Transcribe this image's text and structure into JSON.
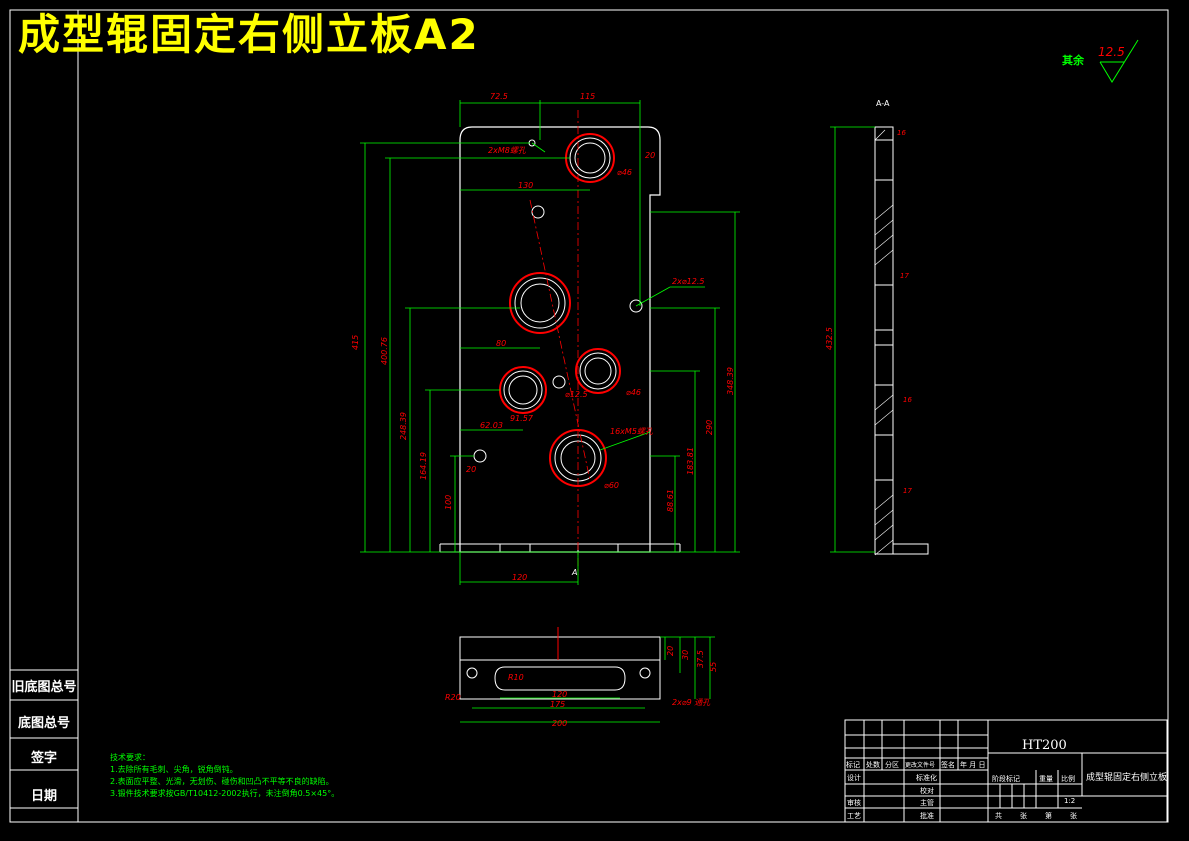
{
  "title": "成型辊固定右侧立板A2",
  "roughness": {
    "label": "其余",
    "value": "12.5"
  },
  "side_labels": [
    "旧底图总号",
    "底图总号",
    "签字",
    "日期"
  ],
  "section_label": "A-A",
  "tech_requirements": {
    "heading": "技术要求：",
    "items": [
      "1.去除所有毛刺、尖角，锐角倒钝。",
      "2.表面应平整、光滑，无划伤、碰伤和凹凸不平等不良的缺陷。",
      "3.锻件技术要求按GB/T10412-2002执行，未注倒角0.5×45°。"
    ]
  },
  "title_block": {
    "material": "HT200",
    "part_name": "成型辊固定右侧立板",
    "scale": "1:2",
    "labels": {
      "biaoji": "标记",
      "chushu": "处数",
      "fenqu": "分区",
      "gengai": "更改文件号",
      "qianming": "签名",
      "nianyueri": "年 月 日",
      "sheji": "设计",
      "biaozhunhua": "标准化",
      "jieduan": "阶段标记",
      "zhongliang": "重量",
      "bili": "比例",
      "shenhe": "审核",
      "gongyi": "工艺",
      "pizhun": "批准",
      "gong": "共",
      "zhang": "张",
      "di": "第",
      "zhang2": "张",
      "jiaodui": "校对",
      "zhuguan": "主管"
    }
  },
  "dims_front": {
    "top_left": "72.5",
    "top_right": "115",
    "d130": "130",
    "d20a": "20",
    "d80": "80",
    "d62": "62.03",
    "d120": "120",
    "d415": "415",
    "d40076": "400.76",
    "d24839": "248.39",
    "d16419": "164.19",
    "d100": "100",
    "d20b": "20",
    "d34839": "348.39",
    "d290": "290",
    "d18381": "183.81",
    "d8861": "88.61",
    "hole_note1": "2xM8螺孔",
    "hole_note2": "2x⌀12.5",
    "hole_note3": "16xM5螺孔",
    "phi46a": "⌀46",
    "phi46b": "⌀46",
    "phi60": "⌀60",
    "phi125": "⌀12.5",
    "d9157": "91.57",
    "sect": "A"
  },
  "dims_side": {
    "h4325": "432.5",
    "d16": "16",
    "d17a": "17",
    "d17b": "17",
    "d16b": "16"
  },
  "dims_bottom": {
    "d120": "120",
    "d175": "175",
    "d200": "200",
    "d20": "20",
    "d30": "30",
    "d375": "37.5",
    "d55": "55",
    "r10": "R10",
    "r20": "R20",
    "hole": "2x⌀9 通孔"
  }
}
